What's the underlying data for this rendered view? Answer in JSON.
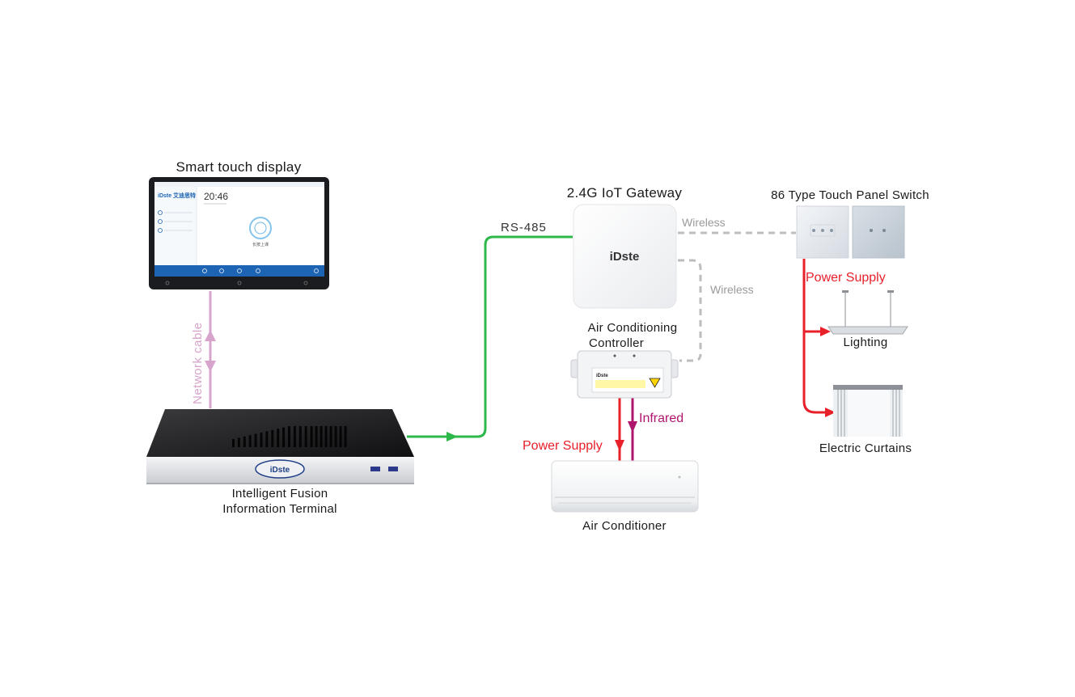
{
  "devices": {
    "touch_display": {
      "label": "Smart touch display",
      "screen": {
        "logo": "iDste 艾迪思特",
        "time": "20:46",
        "center_label": "长按上课"
      }
    },
    "terminal": {
      "label_line1": "Intelligent Fusion",
      "label_line2": "Information Terminal",
      "logo": "iDste"
    },
    "gateway": {
      "label": "2.4G IoT Gateway",
      "logo": "iDste"
    },
    "ac_controller": {
      "label_line1": "Air Conditioning",
      "label_line2": "Controller",
      "logo": "iDste"
    },
    "air_conditioner": {
      "label": "Air Conditioner"
    },
    "panel_switch": {
      "label": "86 Type Touch Panel Switch"
    },
    "lighting": {
      "label": "Lighting"
    },
    "curtains": {
      "label": "Electric Curtains"
    }
  },
  "connections": {
    "network_cable": "Network cable",
    "rs485": "RS-485",
    "wireless_panel": "Wireless",
    "wireless_controller": "Wireless",
    "power_supply_switch": "Power Supply",
    "power_supply_ac": "Power Supply",
    "infrared": "Infrared"
  },
  "colors": {
    "network_cable": "#d7a4cc",
    "rs485": "#2db84a",
    "wireless": "#bdbdbd",
    "power": "#e8202a",
    "infrared": "#b0156e",
    "screen_blue": "#1e64b4"
  }
}
